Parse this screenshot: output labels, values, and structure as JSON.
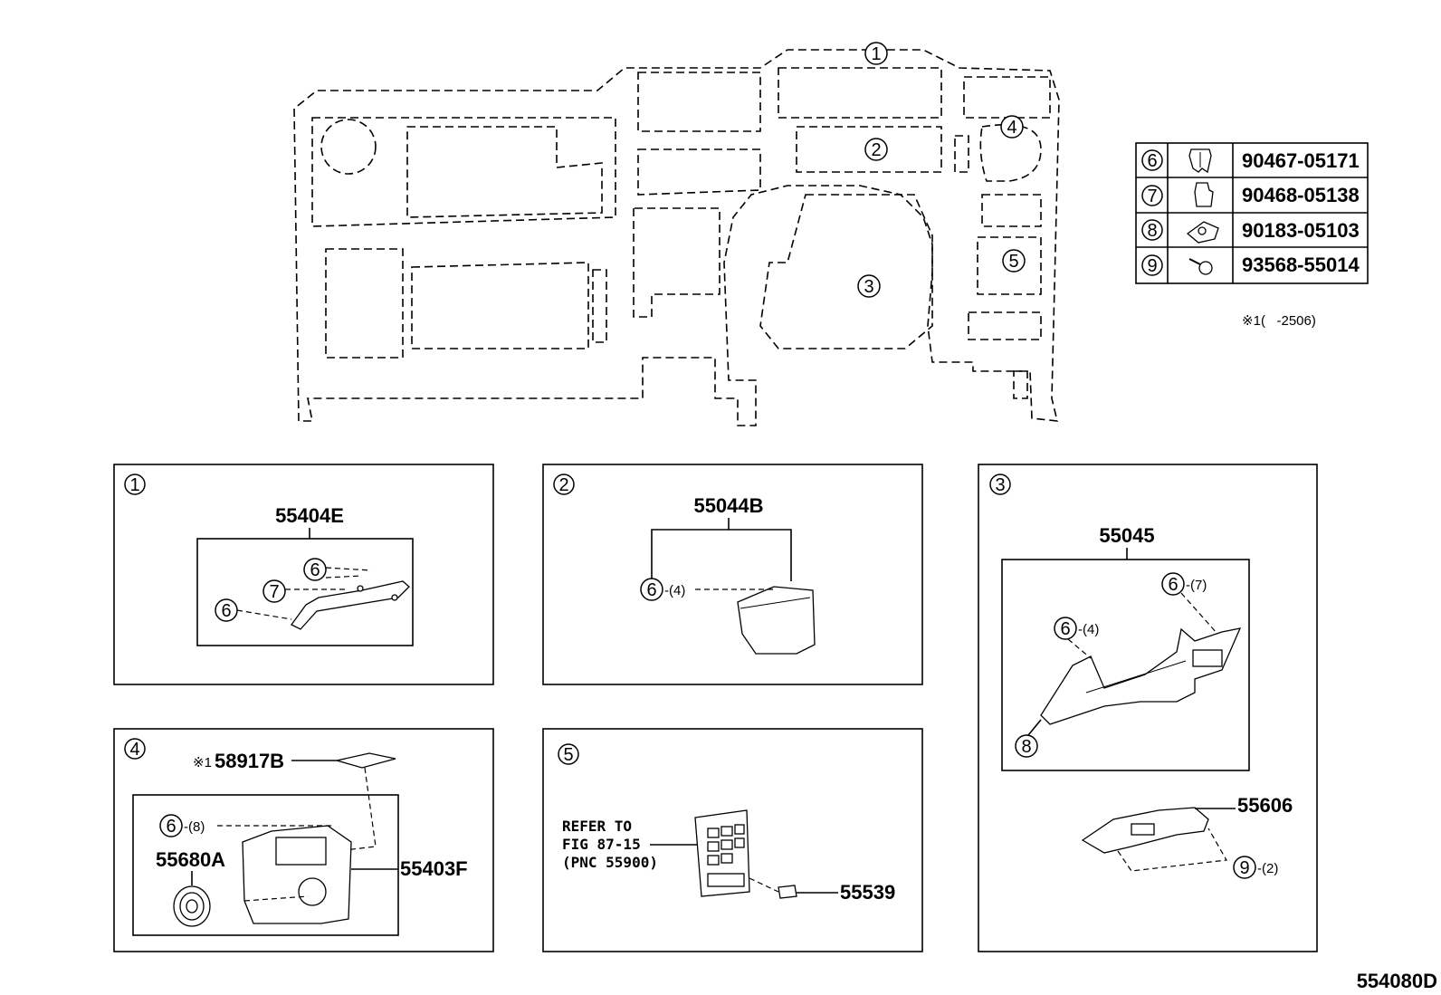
{
  "overview": {
    "callout_1": "1",
    "callout_2": "2",
    "callout_3": "3",
    "callout_4": "4",
    "callout_5": "5"
  },
  "fastener_table": {
    "rows": [
      {
        "callout": "6",
        "part_no": "90467-05171",
        "icon": "clip-icon"
      },
      {
        "callout": "7",
        "part_no": "90468-05138",
        "icon": "clip-icon"
      },
      {
        "callout": "8",
        "part_no": "90183-05103",
        "icon": "nut-icon"
      },
      {
        "callout": "9",
        "part_no": "93568-55014",
        "icon": "screw-icon"
      }
    ],
    "footnote_mark": "※1",
    "footnote_text": "(   -2506)"
  },
  "panels": {
    "p1": {
      "index": "1",
      "part": "55404E",
      "c_a": "6",
      "c_b": "7",
      "c_c": "6"
    },
    "p2": {
      "index": "2",
      "part": "55044B",
      "c_a": "6",
      "qty_a": "-(4)"
    },
    "p3": {
      "index": "3",
      "part": "55045",
      "part2": "55606",
      "c_a": "6",
      "qty_a": "-(7)",
      "c_b": "6",
      "qty_b": "-(4)",
      "c_c": "8",
      "c_d": "9",
      "qty_d": "-(2)"
    },
    "p4": {
      "index": "4",
      "mark": "※1",
      "part_a": "58917B",
      "part_b": "55403F",
      "part_c": "55680A",
      "c_a": "6",
      "qty_a": "-(8)"
    },
    "p5": {
      "index": "5",
      "ref_line1": "REFER TO",
      "ref_line2": "FIG 87-15",
      "ref_line3": "(PNC 55900)",
      "part": "55539"
    }
  },
  "figure_id": "554080D"
}
